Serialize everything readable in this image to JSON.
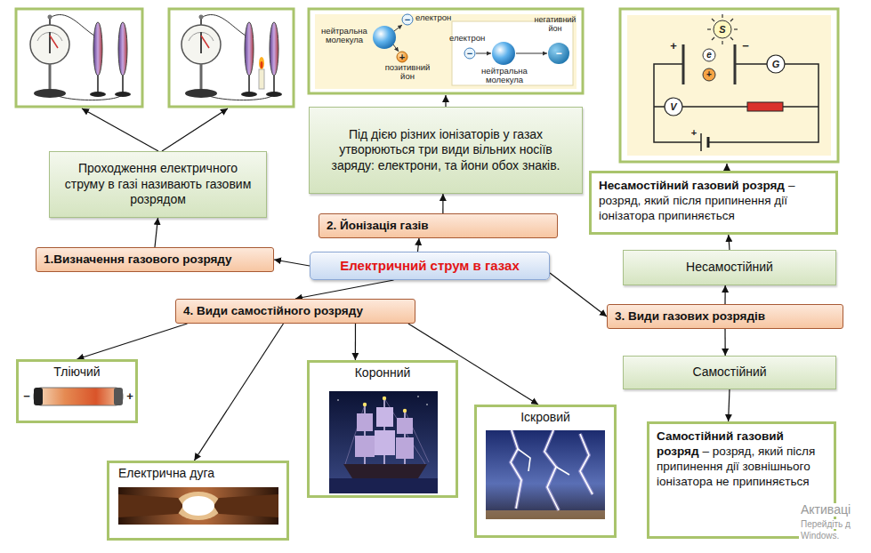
{
  "diagram": {
    "nodes": [
      {
        "text": [
          "Проходження електричного струму в газі називають газовим розрядом"
        ]
      },
      {
        "text": [
          "Під дією різних іонізаторів у газах утворюються три види вільних носіїв заряду: електрони, та йони обох знаків."
        ]
      },
      {
        "text": [
          "Несамостійний газовий розряд",
          "– розряд, який після припинення дії іонізатора припиняється"
        ]
      },
      {
        "text": [
          "2. Йонізація газів"
        ]
      },
      {
        "text": [
          "1.Визначення газового розряду"
        ]
      },
      {
        "text": [
          "Електричний струм в газах"
        ]
      },
      {
        "text": [
          "Несамостійний"
        ]
      },
      {
        "text": [
          "4. Види самостійного розряду"
        ]
      },
      {
        "text": [
          "3. Види газових розрядів"
        ]
      },
      {
        "text": [
          "Тліючий"
        ]
      },
      {
        "text": [
          "Коронний"
        ]
      },
      {
        "text": [
          "Самостійний"
        ]
      },
      {
        "text": [
          "Іскровий"
        ]
      },
      {
        "text": [
          "Самостійний газовий розряд",
          "– розряд, який після припинення дії зовнішнього іонізатора не припиняється"
        ]
      },
      {
        "text": [
          "Електрична дуга"
        ]
      }
    ],
    "edges": [
      {
        "from": 5,
        "to": 4,
        "arrow": "to"
      },
      {
        "from": 4,
        "to": 0,
        "arrow": "to"
      },
      {
        "from": 5,
        "to": 3,
        "arrow": "to"
      },
      {
        "from": 3,
        "to": 1,
        "arrow": "to"
      },
      {
        "from": 5,
        "to": 8,
        "arrow": "to"
      },
      {
        "from": 8,
        "to": 6,
        "arrow": "to"
      },
      {
        "from": 6,
        "to": 2,
        "arrow": "to"
      },
      {
        "from": 8,
        "to": 11,
        "arrow": "to"
      },
      {
        "from": 11,
        "to": 13,
        "arrow": "to"
      },
      {
        "from": 5,
        "to": 7,
        "arrow": "to"
      },
      {
        "from": 7,
        "to": 9,
        "arrow": "to"
      },
      {
        "from": 7,
        "to": 14,
        "arrow": "to"
      },
      {
        "from": 7,
        "to": 10,
        "arrow": "to"
      },
      {
        "from": 7,
        "to": 12,
        "arrow": "to"
      }
    ],
    "labels": [
      "нейтральна молекула",
      "−",
      "електрон",
      "+",
      "позитивний йон",
      "електрон",
      "−",
      "нейтральна молекула",
      "негативний йон",
      "−",
      "S",
      "+",
      "e",
      "−",
      "+",
      "G",
      "V",
      "+",
      "−",
      "+",
      "Активаці",
      "Перейдіть д",
      "Windows."
    ]
  }
}
